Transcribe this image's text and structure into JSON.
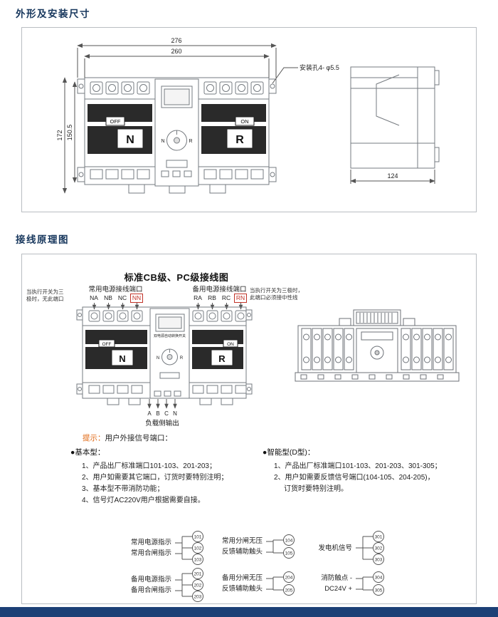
{
  "page": {
    "section1_title": "外形及安装尺寸",
    "section2_title": "接线原理图"
  },
  "outline_drawing": {
    "dim_width_outer": "276",
    "dim_width_inner": "260",
    "dim_height_outer": "172",
    "dim_height_inner": "150.5",
    "dim_depth": "124",
    "mounting_hole_note": "安装孔4- φ5.5",
    "off_label": "OFF",
    "on_label": "ON",
    "normal_label": "N",
    "reserve_label": "R"
  },
  "wiring": {
    "title": "标准CB级、PC级接线图",
    "normal_port_label": "常用电源接线端口",
    "backup_port_label": "备用电源接线端口",
    "normal_terminals": [
      "NA",
      "NB",
      "NC",
      "NN"
    ],
    "backup_terminals": [
      "RA",
      "RB",
      "RC",
      "RN"
    ],
    "left_note_line1": "当执行开关为三",
    "left_note_line2": "极时，无此端口",
    "right_note_line1": "当执行开关为三极时，",
    "right_note_line2": "此端口必须接中性线",
    "switch_label": "双电源自动转换开关",
    "off_label": "OFF",
    "on_label": "ON",
    "normal_label": "N",
    "reserve_label": "R",
    "load_terminals": [
      "A",
      "B",
      "C",
      "N"
    ],
    "load_output_label": "负载侧输出"
  },
  "notes": {
    "tip_label": "提示：",
    "tip_text": "用户外接信号端口：",
    "basic": {
      "title": "●基本型：",
      "items": [
        "1、产品出厂标准端口101-103、201-203；",
        "2、用户如需要其它端口，订货时要特别注明；",
        "3、基本型不带消防功能；",
        "4、信号灯AC220V用户根据需要自接。"
      ]
    },
    "smart": {
      "title": "●智能型(D型)：",
      "items": [
        "1、产品出厂标准端口101-103、201-203、301-305；",
        "2、用户如需要反馈信号端口(104-105、204-205)，",
        "订货时要特别注明。"
      ]
    }
  },
  "signal_ports": [
    {
      "labels": [
        "常用电源指示",
        "常用合闸指示"
      ],
      "terminals": [
        "101",
        "102",
        "103"
      ]
    },
    {
      "labels": [
        "常用分闸无压",
        "反馈辅助触头"
      ],
      "terminals": [
        "104",
        "105"
      ]
    },
    {
      "labels": [
        "发电机信号"
      ],
      "terminals": [
        "301",
        "302",
        "303"
      ]
    },
    {
      "labels": [
        "备用电源指示",
        "备用合闸指示"
      ],
      "terminals": [
        "201",
        "202",
        "203"
      ]
    },
    {
      "labels": [
        "备用分闸无压",
        "反馈辅助触头"
      ],
      "terminals": [
        "204",
        "205"
      ]
    },
    {
      "labels": [
        "消防触点 -",
        "DC24V +"
      ],
      "terminals": [
        "304",
        "305"
      ]
    }
  ],
  "colors": {
    "section_title": "#16365c",
    "accent_red": "#c03126",
    "tip_orange": "#e0650f",
    "footer_navy": "#1c4076"
  }
}
